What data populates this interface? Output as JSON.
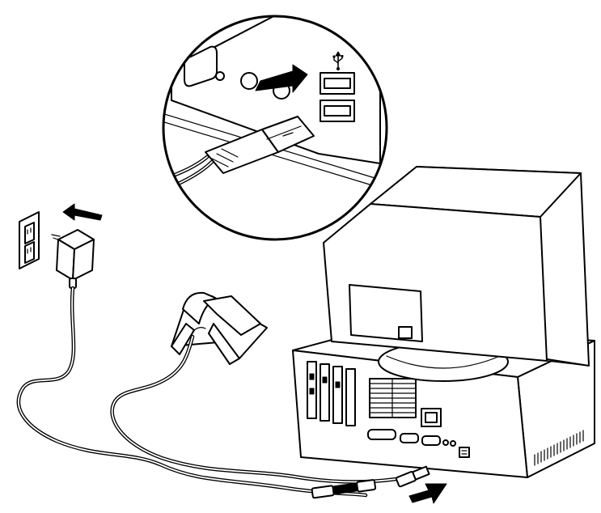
{
  "diagram": {
    "colors": {
      "line": "#000000",
      "background": "#ffffff",
      "highlight": "#ffffff"
    },
    "magnifier": {
      "symbol_icon": "usb-trident-icon"
    },
    "components": [
      "wall-outlet",
      "power-adapter",
      "charging-cradle",
      "crt-monitor",
      "desktop-pc",
      "usb-connector"
    ],
    "arrows": [
      "arrow-to-usb-port",
      "arrow-to-wall-outlet",
      "arrow-to-pc-rear"
    ]
  }
}
